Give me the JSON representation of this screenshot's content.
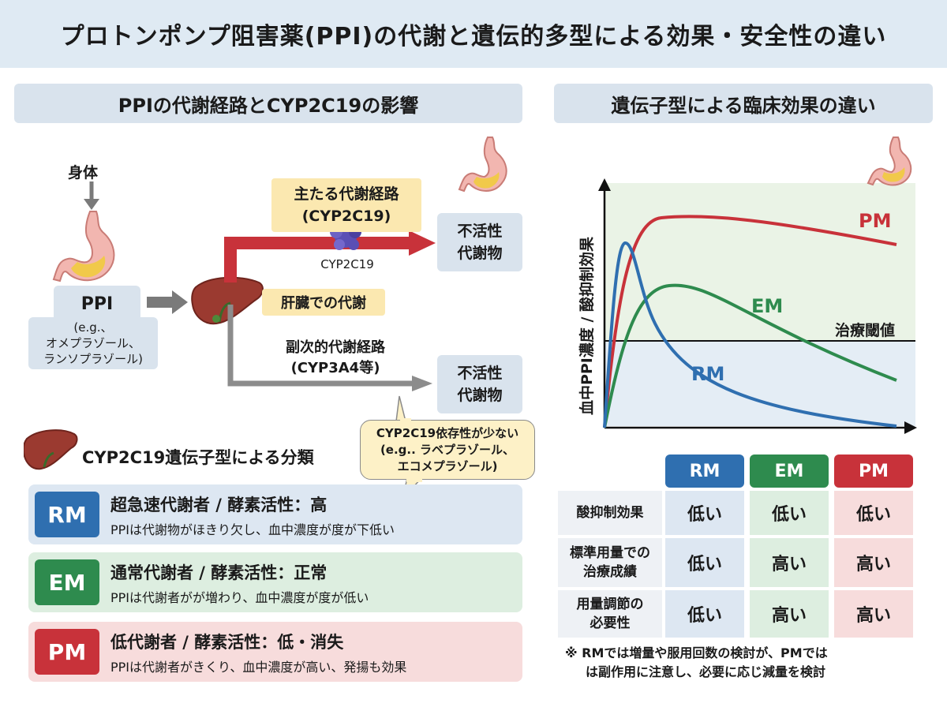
{
  "title": "プロトンポンプ阻害薬(PPI)の代謝と遺伝的多型による効果・安全性の違い",
  "left_header": "PPIの代謝経路とCYP2C19の影響",
  "right_header": "遺伝子型による臨床効果の違い",
  "diagram": {
    "body_label": "身体",
    "ppi_label": "PPI",
    "ppi_examples": [
      "(e.g.、",
      "オメプラゾール、",
      "ランソプラゾール)"
    ],
    "main_pathway": [
      "主たる代謝経路",
      "(CYP2C19)"
    ],
    "enzyme_label": "CYP2C19",
    "liver_label": "肝臓での代謝",
    "sub_pathway": [
      "副次的代謝経路",
      "(CYP3A4等)"
    ],
    "inactive_top": [
      "不活性",
      "代謝物"
    ],
    "inactive_bottom": [
      "不活性",
      "代謝物"
    ],
    "bubble": [
      "CYP2C19依存性が少ない",
      "(e.g.. ラベプラゾール、",
      "エコメプラゾール)"
    ]
  },
  "classification": {
    "heading": "CYP2C19遺伝子型による分類",
    "items": [
      {
        "badge": "RM",
        "title": "超急速代謝者 / 酵素活性：高",
        "desc": "PPIは代謝物がほきり欠し、血中濃度が度が下低い"
      },
      {
        "badge": "EM",
        "title": "通常代謝者 / 酵素活性：正常",
        "desc": "PPIは代謝者がが増わり、血中濃度が度が低い"
      },
      {
        "badge": "PM",
        "title": "低代謝者 / 酵素活性：低・消失",
        "desc": "PPIは代謝者がきくり、血中濃度が高い、発揚も効果"
      }
    ]
  },
  "chart_data": {
    "type": "line",
    "ylabel": "血中PPI濃度 / 酸抑制効果",
    "threshold_label": "治療閾値",
    "series": [
      {
        "name": "PM",
        "color": "#c8323a"
      },
      {
        "name": "EM",
        "color": "#2e8b4e"
      },
      {
        "name": "RM",
        "color": "#2f6fb0"
      }
    ]
  },
  "table": {
    "headers": [
      "RM",
      "EM",
      "PM"
    ],
    "rows": [
      {
        "label": [
          "酸抑制効果"
        ],
        "values": [
          "低い",
          "低い",
          "低い"
        ]
      },
      {
        "label": [
          "標準用量での",
          "治療成績"
        ],
        "values": [
          "低い",
          "高い",
          "高い"
        ]
      },
      {
        "label": [
          "用量調節の",
          "必要性"
        ],
        "values": [
          "低い",
          "高い",
          "高い"
        ]
      }
    ]
  },
  "note": [
    "※ RMでは増量や服用回数の検討が、PMでは",
    "は副作用に注意し、必要に応じ減量を検討"
  ],
  "colors": {
    "rm": "#2f6fb0",
    "em": "#2e8b4e",
    "pm": "#c8323a",
    "rm_bg": "#dde7f2",
    "em_bg": "#ddeee0",
    "pm_bg": "#f7dcdc"
  }
}
